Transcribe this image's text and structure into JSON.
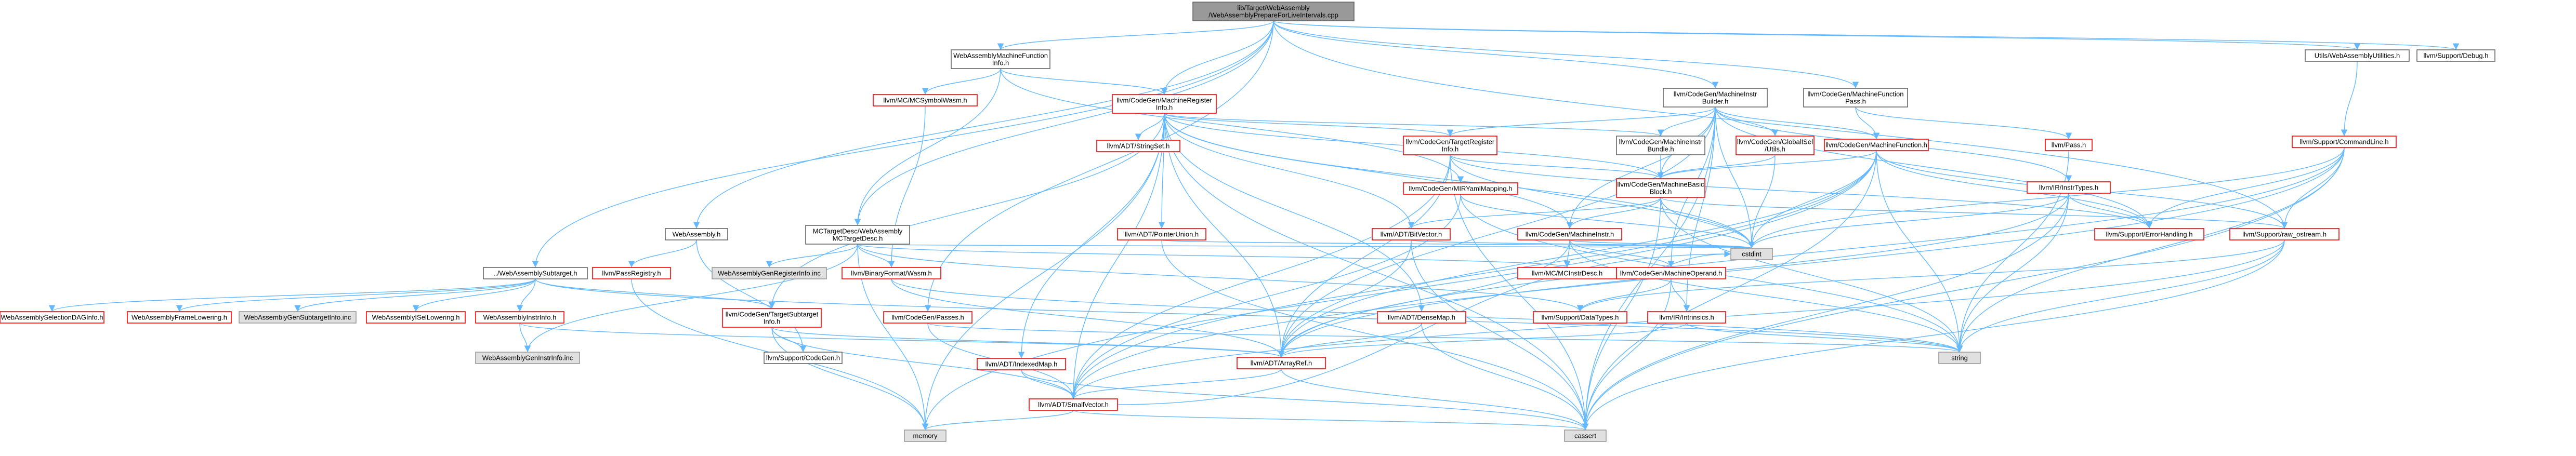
{
  "colors": {
    "root_fill": "#999999",
    "root_border": "#666666",
    "normal_fill": "#ffffff",
    "normal_border": "#666666",
    "missing_fill": "#ffffff",
    "missing_border": "#ff0000",
    "external_fill": "#e0e0e0",
    "external_border": "#999999",
    "edge": "#63b8ff",
    "text": "#000000"
  },
  "nodes": [
    {
      "id": "root",
      "label": [
        "lib/Target/WebAssembly",
        "/WebAssemblyPrepareForLiveIntervals.cpp"
      ],
      "kind": "root"
    },
    {
      "id": "wamfi",
      "label": [
        "WebAssemblyMachineFunction",
        "Info.h"
      ],
      "kind": "normal"
    },
    {
      "id": "mcsymwasm",
      "label": [
        "llvm/MC/MCSymbolWasm.h"
      ],
      "kind": "missing"
    },
    {
      "id": "cgmri",
      "label": [
        "llvm/CodeGen/MachineRegister",
        "Info.h"
      ],
      "kind": "missing"
    },
    {
      "id": "mib",
      "label": [
        "llvm/CodeGen/MachineInstr",
        "Builder.h"
      ],
      "kind": "normal"
    },
    {
      "id": "mfp",
      "label": [
        "llvm/CodeGen/MachineFunction",
        "Pass.h"
      ],
      "kind": "normal"
    },
    {
      "id": "wautil",
      "label": [
        "Utils/WebAssemblyUtilities.h"
      ],
      "kind": "normal"
    },
    {
      "id": "debug",
      "label": [
        "llvm/Support/Debug.h"
      ],
      "kind": "normal"
    },
    {
      "id": "stringset",
      "label": [
        "llvm/ADT/StringSet.h"
      ],
      "kind": "missing"
    },
    {
      "id": "tri",
      "label": [
        "llvm/CodeGen/TargetRegister",
        "Info.h"
      ],
      "kind": "missing"
    },
    {
      "id": "mibundle",
      "label": [
        "llvm/CodeGen/MachineInstr",
        "Bundle.h"
      ],
      "kind": "normal"
    },
    {
      "id": "gisel",
      "label": [
        "llvm/CodeGen/GlobalISel",
        "/Utils.h"
      ],
      "kind": "missing"
    },
    {
      "id": "mf",
      "label": [
        "llvm/CodeGen/MachineFunction.h"
      ],
      "kind": "missing"
    },
    {
      "id": "pass",
      "label": [
        "llvm/Pass.h"
      ],
      "kind": "missing"
    },
    {
      "id": "cmdline",
      "label": [
        "llvm/Support/CommandLine.h"
      ],
      "kind": "missing"
    },
    {
      "id": "mirym",
      "label": [
        "llvm/CodeGen/MIRYamlMapping.h"
      ],
      "kind": "missing"
    },
    {
      "id": "mbb",
      "label": [
        "llvm/CodeGen/MachineBasic",
        "Block.h"
      ],
      "kind": "missing"
    },
    {
      "id": "irinst",
      "label": [
        "llvm/IR/InstrTypes.h"
      ],
      "kind": "missing"
    },
    {
      "id": "wa",
      "label": [
        "WebAssembly.h"
      ],
      "kind": "normal"
    },
    {
      "id": "mctd",
      "label": [
        "MCTargetDesc/WebAssembly",
        "MCTargetDesc.h"
      ],
      "kind": "normal"
    },
    {
      "id": "ptrunion",
      "label": [
        "llvm/ADT/PointerUnion.h"
      ],
      "kind": "missing"
    },
    {
      "id": "bitvector",
      "label": [
        "llvm/ADT/BitVector.h"
      ],
      "kind": "missing"
    },
    {
      "id": "mi",
      "label": [
        "llvm/CodeGen/MachineInstr.h"
      ],
      "kind": "missing"
    },
    {
      "id": "errh",
      "label": [
        "llvm/Support/ErrorHandling.h"
      ],
      "kind": "missing"
    },
    {
      "id": "rawos",
      "label": [
        "llvm/Support/raw_ostream.h"
      ],
      "kind": "missing"
    },
    {
      "id": "cstdint",
      "label": [
        "cstdint"
      ],
      "kind": "external"
    },
    {
      "id": "wasub",
      "label": [
        "../WebAssemblySubtarget.h"
      ],
      "kind": "normal"
    },
    {
      "id": "passreg",
      "label": [
        "llvm/PassRegistry.h"
      ],
      "kind": "missing"
    },
    {
      "id": "wagenreg",
      "label": [
        "WebAssemblyGenRegisterInfo.inc"
      ],
      "kind": "external"
    },
    {
      "id": "binfmt",
      "label": [
        "llvm/BinaryFormat/Wasm.h"
      ],
      "kind": "missing"
    },
    {
      "id": "mcinstrdesc",
      "label": [
        "llvm/MC/MCInstrDesc.h"
      ],
      "kind": "missing"
    },
    {
      "id": "mo",
      "label": [
        "llvm/CodeGen/MachineOperand.h"
      ],
      "kind": "missing"
    },
    {
      "id": "wasel",
      "label": [
        "WebAssemblySelectionDAGInfo.h"
      ],
      "kind": "missing"
    },
    {
      "id": "wafl",
      "label": [
        "WebAssemblyFrameLowering.h"
      ],
      "kind": "missing"
    },
    {
      "id": "wagensub",
      "label": [
        "WebAssemblyGenSubtargetInfo.inc"
      ],
      "kind": "external"
    },
    {
      "id": "waisel",
      "label": [
        "WebAssemblyISelLowering.h"
      ],
      "kind": "missing"
    },
    {
      "id": "wainstr",
      "label": [
        "WebAssemblyInstrInfo.h"
      ],
      "kind": "missing"
    },
    {
      "id": "tsub",
      "label": [
        "llvm/CodeGen/TargetSubtarget",
        "Info.h"
      ],
      "kind": "missing"
    },
    {
      "id": "cgpasses",
      "label": [
        "llvm/CodeGen/Passes.h"
      ],
      "kind": "missing"
    },
    {
      "id": "densemap",
      "label": [
        "llvm/ADT/DenseMap.h"
      ],
      "kind": "missing"
    },
    {
      "id": "datatypes",
      "label": [
        "llvm/Support/DataTypes.h"
      ],
      "kind": "missing"
    },
    {
      "id": "intrinsics",
      "label": [
        "llvm/IR/Intrinsics.h"
      ],
      "kind": "missing"
    },
    {
      "id": "wagenii",
      "label": [
        "WebAssemblyGenInstrInfo.inc"
      ],
      "kind": "external"
    },
    {
      "id": "codegen",
      "label": [
        "llvm/Support/CodeGen.h"
      ],
      "kind": "normal"
    },
    {
      "id": "indexedmap",
      "label": [
        "llvm/ADT/IndexedMap.h"
      ],
      "kind": "missing"
    },
    {
      "id": "arrayref",
      "label": [
        "llvm/ADT/ArrayRef.h"
      ],
      "kind": "missing"
    },
    {
      "id": "string",
      "label": [
        "string"
      ],
      "kind": "external"
    },
    {
      "id": "smallvec",
      "label": [
        "llvm/ADT/SmallVector.h"
      ],
      "kind": "missing"
    },
    {
      "id": "memory",
      "label": [
        "memory"
      ],
      "kind": "external"
    },
    {
      "id": "cassert",
      "label": [
        "cassert"
      ],
      "kind": "external"
    }
  ],
  "edges": [
    [
      "root",
      "wamfi"
    ],
    [
      "root",
      "cgmri"
    ],
    [
      "root",
      "mib"
    ],
    [
      "root",
      "mfp"
    ],
    [
      "root",
      "wautil"
    ],
    [
      "root",
      "debug"
    ],
    [
      "root",
      "wa"
    ],
    [
      "root",
      "mctd"
    ],
    [
      "root",
      "wasub"
    ],
    [
      "root",
      "cgpasses"
    ],
    [
      "root",
      "rawos"
    ],
    [
      "wamfi",
      "mcsymwasm"
    ],
    [
      "wamfi",
      "cgmri"
    ],
    [
      "wamfi",
      "mctd"
    ],
    [
      "wamfi",
      "mirym"
    ],
    [
      "mcsymwasm",
      "binfmt"
    ],
    [
      "cgmri",
      "stringset"
    ],
    [
      "cgmri",
      "tri"
    ],
    [
      "cgmri",
      "mibundle"
    ],
    [
      "cgmri",
      "mbb"
    ],
    [
      "cgmri",
      "ptrunion"
    ],
    [
      "cgmri",
      "bitvector"
    ],
    [
      "cgmri",
      "indexedmap"
    ],
    [
      "cgmri",
      "arrayref"
    ],
    [
      "cgmri",
      "smallvec"
    ],
    [
      "cgmri",
      "memory"
    ],
    [
      "cgmri",
      "cassert"
    ],
    [
      "cgmri",
      "cstdint"
    ],
    [
      "cgmri",
      "tsub"
    ],
    [
      "cgmri",
      "densemap"
    ],
    [
      "cgmri",
      "mi"
    ],
    [
      "mib",
      "tri"
    ],
    [
      "mib",
      "mibundle"
    ],
    [
      "mib",
      "gisel"
    ],
    [
      "mib",
      "mf"
    ],
    [
      "mib",
      "mbb"
    ],
    [
      "mib",
      "mi"
    ],
    [
      "mib",
      "mo"
    ],
    [
      "mib",
      "irinst"
    ],
    [
      "mib",
      "intrinsics"
    ],
    [
      "mib",
      "errh"
    ],
    [
      "mib",
      "cstdint"
    ],
    [
      "mib",
      "cassert"
    ],
    [
      "mib",
      "arrayref"
    ],
    [
      "mfp",
      "mf"
    ],
    [
      "mfp",
      "pass"
    ],
    [
      "wautil",
      "cmdline"
    ],
    [
      "tri",
      "mbb"
    ],
    [
      "tri",
      "cstdint"
    ],
    [
      "tri",
      "arrayref"
    ],
    [
      "tri",
      "smallvec"
    ],
    [
      "tri",
      "cassert"
    ],
    [
      "tri",
      "errh"
    ],
    [
      "mibundle",
      "mbb"
    ],
    [
      "gisel",
      "mbb"
    ],
    [
      "gisel",
      "cstdint"
    ],
    [
      "mf",
      "mbb"
    ],
    [
      "mf",
      "arrayref"
    ],
    [
      "mf",
      "smallvec"
    ],
    [
      "mf",
      "cstdint"
    ],
    [
      "mf",
      "cassert"
    ],
    [
      "mf",
      "memory"
    ],
    [
      "mf",
      "string"
    ],
    [
      "mf",
      "errh"
    ],
    [
      "mf",
      "rawos"
    ],
    [
      "pass",
      "string"
    ],
    [
      "cmdline",
      "rawos"
    ],
    [
      "cmdline",
      "errh"
    ],
    [
      "cmdline",
      "smallvec"
    ],
    [
      "cmdline",
      "string"
    ],
    [
      "cmdline",
      "cassert"
    ],
    [
      "cmdline",
      "cstdint"
    ],
    [
      "cmdline",
      "arrayref"
    ],
    [
      "mirym",
      "cstdint"
    ],
    [
      "mirym",
      "string"
    ],
    [
      "mirym",
      "smallvec"
    ],
    [
      "mbb",
      "mi"
    ],
    [
      "mbb",
      "cstdint"
    ],
    [
      "mbb",
      "string"
    ],
    [
      "mbb",
      "cassert"
    ],
    [
      "mbb",
      "rawos"
    ],
    [
      "mbb",
      "bitvector"
    ],
    [
      "irinst",
      "arrayref"
    ],
    [
      "irinst",
      "cstdint"
    ],
    [
      "irinst",
      "string"
    ],
    [
      "irinst",
      "cassert"
    ],
    [
      "irinst",
      "errh"
    ],
    [
      "wa",
      "passreg"
    ],
    [
      "wa",
      "codegen"
    ],
    [
      "mctd",
      "cstdint"
    ],
    [
      "mctd",
      "binfmt"
    ],
    [
      "mctd",
      "mcinstrdesc"
    ],
    [
      "mctd",
      "wagenreg"
    ],
    [
      "mctd",
      "wagenii"
    ],
    [
      "mctd",
      "memory"
    ],
    [
      "mctd",
      "datatypes"
    ],
    [
      "ptrunion",
      "cstdint"
    ],
    [
      "ptrunion",
      "cassert"
    ],
    [
      "bitvector",
      "arrayref"
    ],
    [
      "bitvector",
      "cstdint"
    ],
    [
      "bitvector",
      "cassert"
    ],
    [
      "mi",
      "mcinstrdesc"
    ],
    [
      "mi",
      "mo"
    ],
    [
      "mi",
      "arrayref"
    ],
    [
      "mi",
      "cstdint"
    ],
    [
      "mi",
      "string"
    ],
    [
      "rawos",
      "datatypes"
    ],
    [
      "rawos",
      "string"
    ],
    [
      "rawos",
      "cassert"
    ],
    [
      "rawos",
      "smallvec"
    ],
    [
      "wasub",
      "wasel"
    ],
    [
      "wasub",
      "wafl"
    ],
    [
      "wasub",
      "wagensub"
    ],
    [
      "wasub",
      "waisel"
    ],
    [
      "wasub",
      "wainstr"
    ],
    [
      "wasub",
      "tsub"
    ],
    [
      "wasub",
      "string"
    ],
    [
      "passreg",
      "memory"
    ],
    [
      "binfmt",
      "arrayref"
    ],
    [
      "binfmt",
      "string"
    ],
    [
      "mcinstrdesc",
      "cstdint"
    ],
    [
      "mo",
      "datatypes"
    ],
    [
      "mo",
      "intrinsics"
    ],
    [
      "mo",
      "cassert"
    ],
    [
      "wainstr",
      "wagenii"
    ],
    [
      "wainstr",
      "arrayref"
    ],
    [
      "tsub",
      "arrayref"
    ],
    [
      "tsub",
      "smallvec"
    ],
    [
      "tsub",
      "codegen"
    ],
    [
      "tsub",
      "memory"
    ],
    [
      "cgpasses",
      "string"
    ],
    [
      "cgpasses",
      "smallvec"
    ],
    [
      "densemap",
      "cassert"
    ],
    [
      "densemap",
      "arrayref"
    ],
    [
      "intrinsics",
      "string"
    ],
    [
      "intrinsics",
      "arrayref"
    ],
    [
      "indexedmap",
      "smallvec"
    ],
    [
      "indexedmap",
      "cassert"
    ],
    [
      "arrayref",
      "smallvec"
    ],
    [
      "arrayref",
      "cassert"
    ],
    [
      "smallvec",
      "memory"
    ],
    [
      "smallvec",
      "cassert"
    ],
    [
      "smallvec",
      "cstdint"
    ]
  ]
}
